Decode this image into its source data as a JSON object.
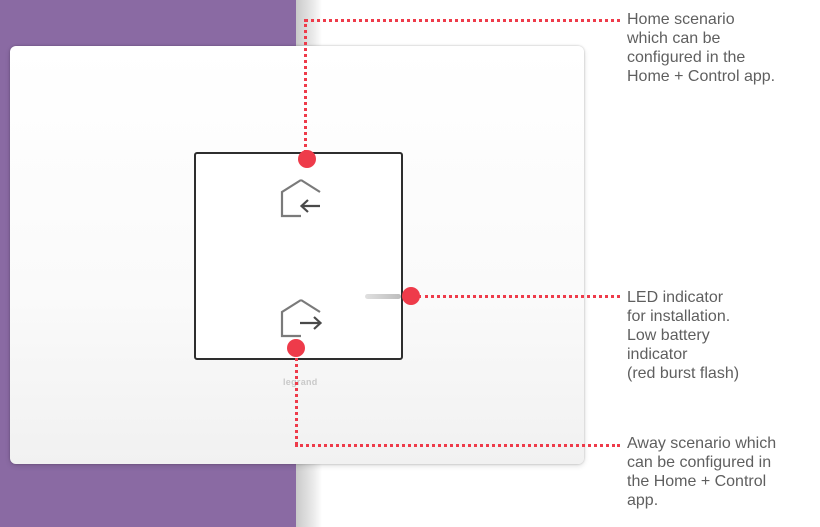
{
  "brand_mark": "legrand",
  "callouts": {
    "home": [
      "Home scenario",
      "which can be",
      "configured in the",
      "Home + Control app."
    ],
    "led": [
      "LED indicator",
      "for installation.",
      "Low battery",
      "indicator",
      "(red burst flash)"
    ],
    "away": [
      "Away scenario which",
      "can be configured in",
      "the Home + Control",
      "app."
    ]
  },
  "icons": {
    "home_button": "home-arrive-icon",
    "away_button": "home-leave-icon"
  },
  "colors": {
    "accent": "#ee3b4a",
    "background_band": "#8a6aa3",
    "text": "#5f5f5f"
  }
}
